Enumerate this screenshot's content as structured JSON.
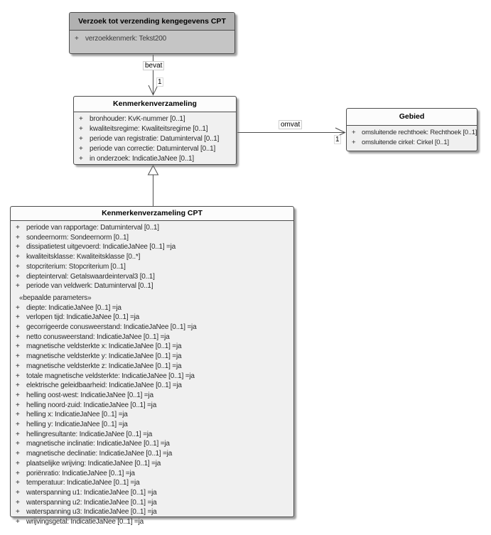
{
  "diagram": {
    "classes": [
      {
        "id": "verzoek-tot-verzending-kengegevens-cpt",
        "title": "Verzoek tot verzending kengegevens CPT",
        "attributes": [
          {
            "vis": "+",
            "text": "verzoekkenmerk: Tekst200"
          }
        ]
      },
      {
        "id": "kenmerkenverzameling",
        "title": "Kenmerkenverzameling",
        "attributes": [
          {
            "vis": "+",
            "text": "bronhouder: KvK-nummer [0..1]"
          },
          {
            "vis": "+",
            "text": "kwaliteitsregime: Kwaliteitsregime [0..1]"
          },
          {
            "vis": "+",
            "text": "periode van registratie: Datuminterval [0..1]"
          },
          {
            "vis": "+",
            "text": "periode van correctie: Datuminterval [0..1]"
          },
          {
            "vis": "+",
            "text": "in onderzoek: IndicatieJaNee [0..1]"
          }
        ]
      },
      {
        "id": "gebied",
        "title": "Gebied",
        "attributes": [
          {
            "vis": "+",
            "text": "omsluitende rechthoek: Rechthoek [0..1]"
          },
          {
            "vis": "+",
            "text": "omsluitende cirkel: Cirkel [0..1]"
          }
        ]
      },
      {
        "id": "kenmerkenverzameling-cpt",
        "title": "Kenmerkenverzameling CPT",
        "attributes": [
          {
            "vis": "+",
            "text": "periode van rapportage: Datuminterval [0..1]"
          },
          {
            "vis": "+",
            "text": "sondeernorm: Sondeernorm [0..1]"
          },
          {
            "vis": "+",
            "text": "dissipatietest uitgevoerd: IndicatieJaNee [0..1] =ja"
          },
          {
            "vis": "+",
            "text": "kwaliteitsklasse: Kwaliteitsklasse [0..*]"
          },
          {
            "vis": "+",
            "text": "stopcriterium: Stopcriterium [0..1]"
          },
          {
            "vis": "+",
            "text": "diepteinterval: Getalswaardeinterval3 [0..1]"
          },
          {
            "vis": "+",
            "text": "periode van veldwerk: Datuminterval [0..1]"
          },
          {
            "vis": "",
            "text": "«bepaalde parameters»",
            "stereotype": true
          },
          {
            "vis": "+",
            "text": "diepte: IndicatieJaNee [0..1] =ja"
          },
          {
            "vis": "+",
            "text": "verlopen tijd: IndicatieJaNee [0..1] =ja"
          },
          {
            "vis": "+",
            "text": "gecorrigeerde conusweerstand: IndicatieJaNee [0..1] =ja"
          },
          {
            "vis": "+",
            "text": "netto conusweerstand: IndicatieJaNee [0..1] =ja"
          },
          {
            "vis": "+",
            "text": "magnetische veldsterkte x: IndicatieJaNee [0..1] =ja"
          },
          {
            "vis": "+",
            "text": "magnetische veldsterkte y: IndicatieJaNee [0..1] =ja"
          },
          {
            "vis": "+",
            "text": "magnetische veldsterkte z: IndicatieJaNee [0..1] =ja"
          },
          {
            "vis": "+",
            "text": "totale magnetische veldsterkte: IndicatieJaNee [0..1] =ja"
          },
          {
            "vis": "+",
            "text": "elektrische geleidbaarheid: IndicatieJaNee [0..1] =ja"
          },
          {
            "vis": "+",
            "text": "helling oost-west: IndicatieJaNee [0..1] =ja"
          },
          {
            "vis": "+",
            "text": "helling noord-zuid: IndicatieJaNee [0..1] =ja"
          },
          {
            "vis": "+",
            "text": "helling x: IndicatieJaNee [0..1] =ja"
          },
          {
            "vis": "+",
            "text": "helling y: IndicatieJaNee [0..1] =ja"
          },
          {
            "vis": "+",
            "text": "hellingresultante: IndicatieJaNee [0..1] =ja"
          },
          {
            "vis": "+",
            "text": "magnetische inclinatie: IndicatieJaNee [0..1] =ja"
          },
          {
            "vis": "+",
            "text": "magnetische declinatie: IndicatieJaNee [0..1] =ja"
          },
          {
            "vis": "+",
            "text": "plaatselijke wrijving: IndicatieJaNee [0..1] =ja"
          },
          {
            "vis": "+",
            "text": "poriënratio: IndicatieJaNee [0..1] =ja"
          },
          {
            "vis": "+",
            "text": "temperatuur: IndicatieJaNee [0..1] =ja"
          },
          {
            "vis": "+",
            "text": "waterspanning u1: IndicatieJaNee [0..1] =ja"
          },
          {
            "vis": "+",
            "text": "waterspanning u2: IndicatieJaNee [0..1] =ja"
          },
          {
            "vis": "+",
            "text": "waterspanning u3: IndicatieJaNee [0..1] =ja"
          },
          {
            "vis": "+",
            "text": "wrijvingsgetal: IndicatieJaNee [0..1] =ja"
          }
        ]
      }
    ],
    "edges": {
      "bevat": {
        "label": "bevat",
        "multiplicity": "1"
      },
      "omvat": {
        "label": "omvat",
        "multiplicity": "1"
      }
    },
    "colors": {
      "box_border": "#4d4d4d",
      "box_body_light": "#f0f0f0",
      "box_header_light": "#fcfcfc",
      "box_body_gray": "#c5c5c5",
      "box_header_gray": "#b1b1b1",
      "background": "#ffffff"
    }
  }
}
